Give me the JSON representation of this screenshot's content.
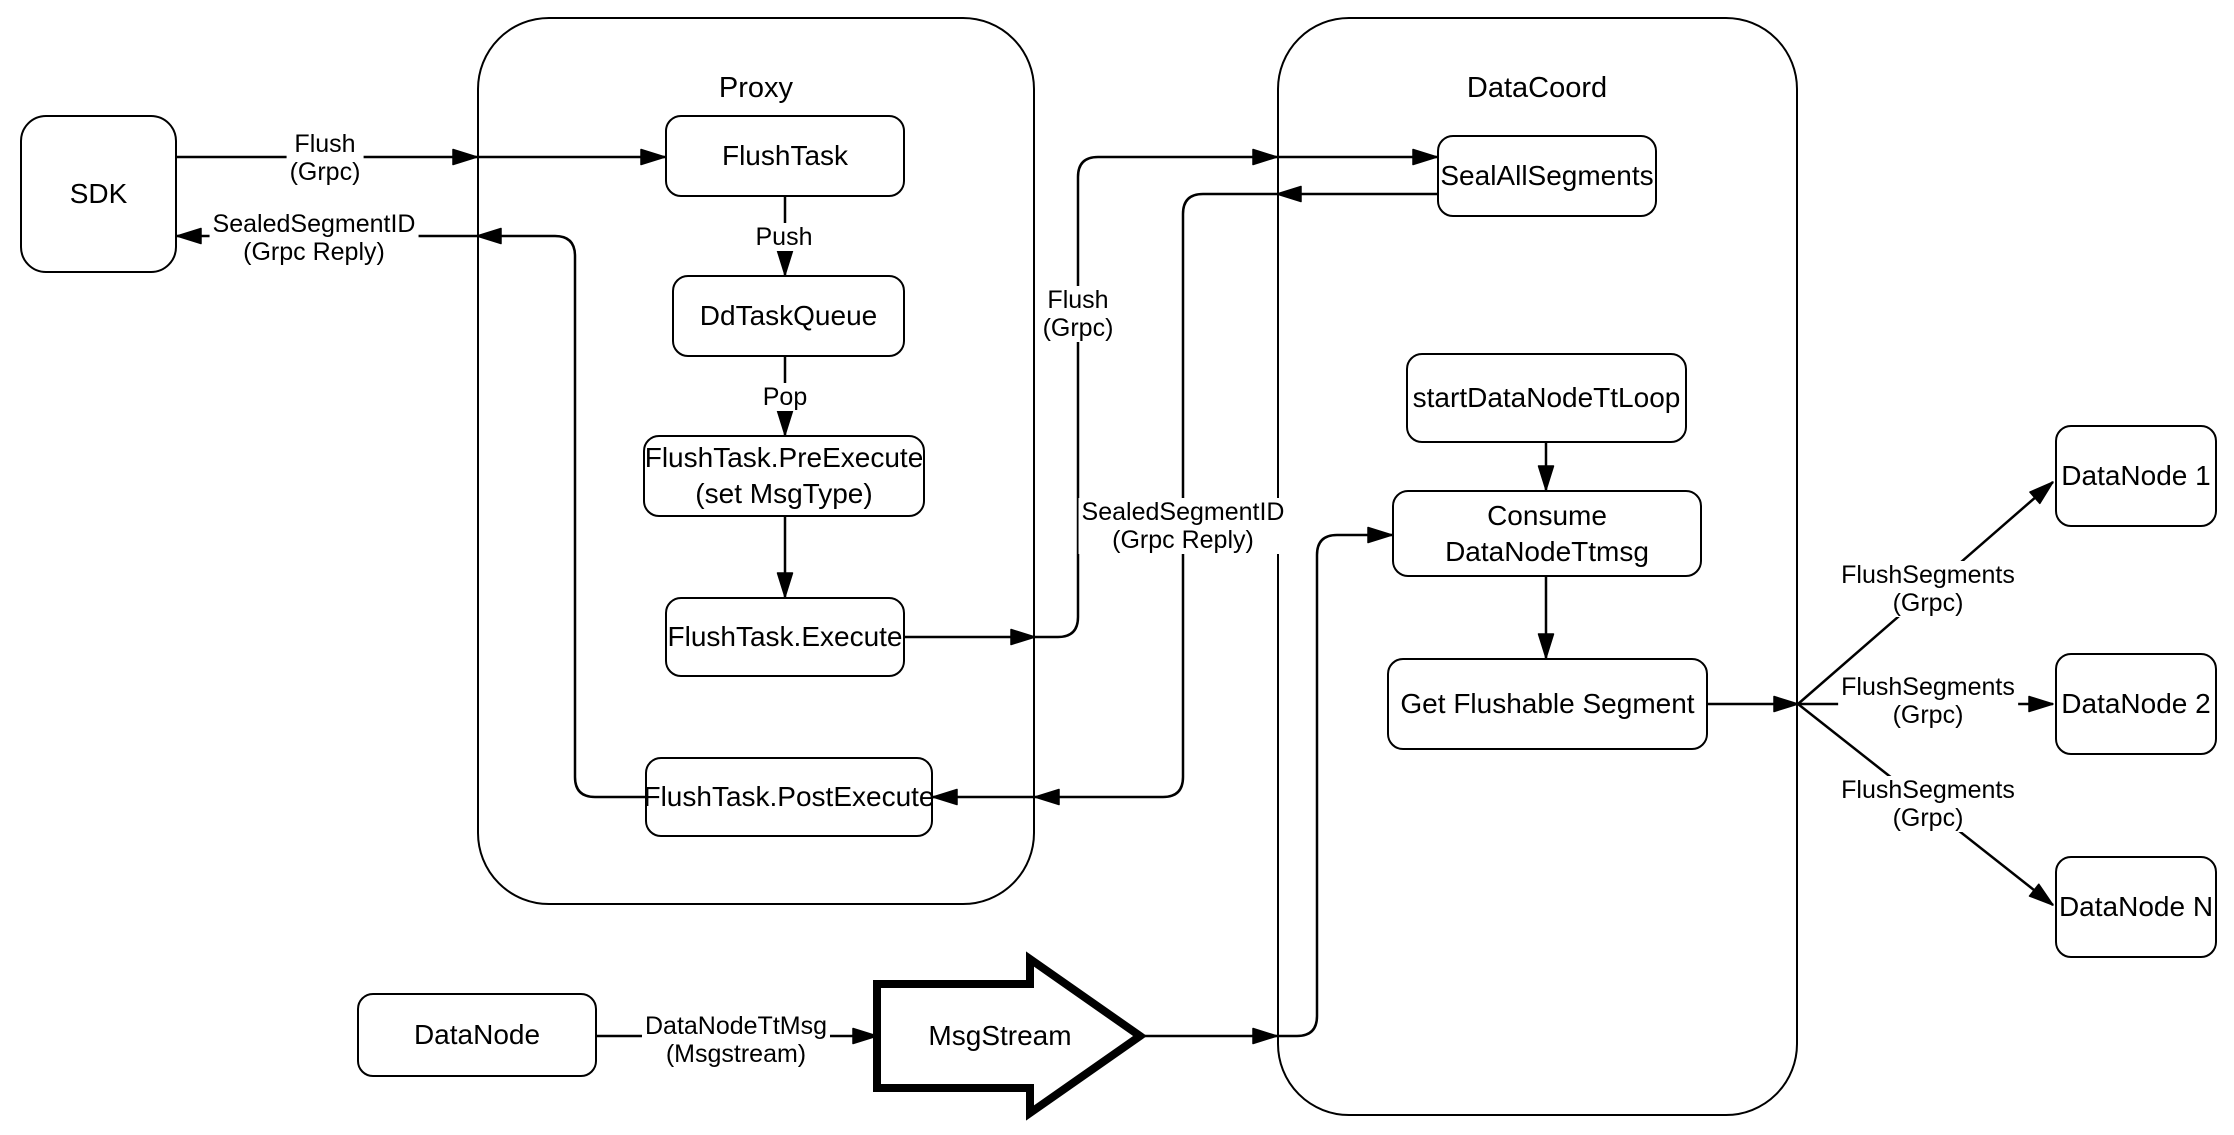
{
  "colors": {
    "stroke": "#000000",
    "background": "#ffffff"
  },
  "containers": {
    "proxy": {
      "label": "Proxy"
    },
    "datacoord": {
      "label": "DataCoord"
    }
  },
  "nodes": {
    "sdk": {
      "label": "SDK"
    },
    "flush_task": {
      "label": "FlushTask"
    },
    "dd_task_queue": {
      "label": "DdTaskQueue"
    },
    "pre_execute": {
      "line1": "FlushTask.PreExecute",
      "line2": "(set MsgType)"
    },
    "execute": {
      "label": "FlushTask.Execute"
    },
    "post_execute": {
      "label": "FlushTask.PostExecute"
    },
    "seal_all_segments": {
      "label": "SealAllSegments"
    },
    "start_datanode_tt_loop": {
      "label": "startDataNodeTtLoop"
    },
    "consume_datanode_ttmsg": {
      "label": "Consume DataNodeTtmsg"
    },
    "get_flushable_segment": {
      "label": "Get Flushable Segment"
    },
    "datanode_1": {
      "label": "DataNode 1"
    },
    "datanode_2": {
      "label": "DataNode 2"
    },
    "datanode_n": {
      "label": "DataNode N"
    },
    "datanode": {
      "label": "DataNode"
    },
    "msgstream": {
      "label": "MsgStream"
    }
  },
  "edge_labels": {
    "flush_grpc_sdk": {
      "line1": "Flush",
      "line2": "(Grpc)"
    },
    "sealed_segment_id_sdk": {
      "line1": "SealedSegmentID",
      "line2": "(Grpc Reply)"
    },
    "push": {
      "label": "Push"
    },
    "pop": {
      "label": "Pop"
    },
    "flush_grpc_datacoord": {
      "line1": "Flush",
      "line2": "(Grpc)"
    },
    "sealed_segment_id_datacoord": {
      "line1": "SealedSegmentID",
      "line2": "(Grpc Reply)"
    },
    "flush_segments_1": {
      "line1": "FlushSegments",
      "line2": "(Grpc)"
    },
    "flush_segments_2": {
      "line1": "FlushSegments",
      "line2": "(Grpc)"
    },
    "flush_segments_3": {
      "line1": "FlushSegments",
      "line2": "(Grpc)"
    },
    "datanode_tt_msg": {
      "line1": "DataNodeTtMsg",
      "line2": "(Msgstream)"
    }
  }
}
